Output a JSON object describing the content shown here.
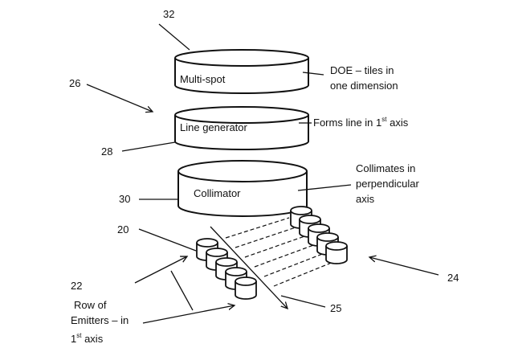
{
  "components": {
    "multispot": {
      "label": "Multi-spot",
      "ref": "32",
      "note": [
        "DOE – tiles in",
        "one dimension"
      ]
    },
    "line_generator": {
      "label": "Line generator",
      "ref": "28",
      "note_pre": "Forms line in 1",
      "note_sup": "st",
      "note_post": " axis"
    },
    "collimator": {
      "label": "Collimator",
      "ref": "30",
      "note": [
        "Collimates in",
        "perpendicular",
        "axis"
      ]
    }
  },
  "assembly_ref": "26",
  "emitters": {
    "ref": "20",
    "row_ref": "22",
    "row_label": [
      "Row of",
      "Emitters – in"
    ],
    "row_label_last_pre": "1",
    "row_label_last_sup": "st",
    "row_label_last_post": " axis",
    "count_per_row": 5
  },
  "refs": {
    "emitter_row_second": "24",
    "axis": "25"
  }
}
